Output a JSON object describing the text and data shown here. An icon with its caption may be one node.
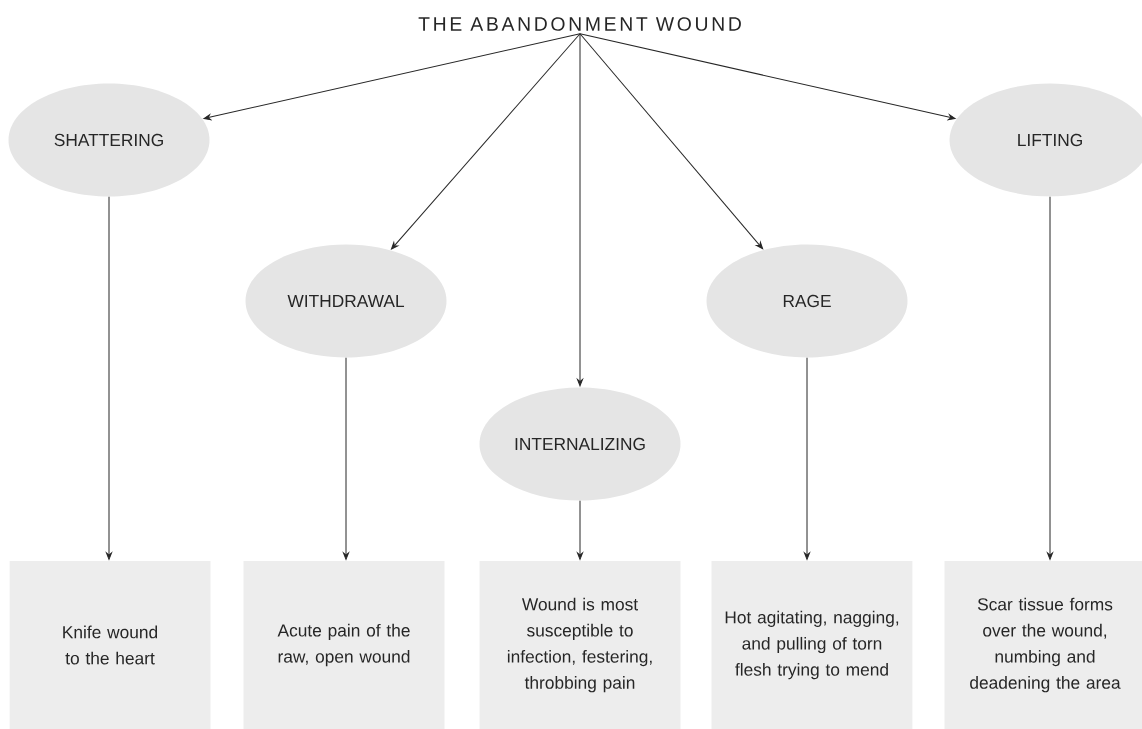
{
  "diagram": {
    "nodes": [
      {
        "text": [
          "THE ABANDONMENT WOUND"
        ]
      },
      {
        "text": [
          "SHATTERING"
        ]
      },
      {
        "text": [
          "WITHDRAWAL"
        ]
      },
      {
        "text": [
          "INTERNALIZING"
        ]
      },
      {
        "text": [
          "RAGE"
        ]
      },
      {
        "text": [
          "LIFTING"
        ]
      },
      {
        "text": [
          "Knife wound to the heart"
        ]
      },
      {
        "text": [
          "Acute pain of the raw, open wound"
        ]
      },
      {
        "text": [
          "Wound is most susceptible to infection, festering, throbbing pain"
        ]
      },
      {
        "text": [
          "Hot agitating, nagging, and pulling of torn flesh trying to mend"
        ]
      },
      {
        "text": [
          "Scar tissue forms over the wound, numbing and deadening the area"
        ]
      }
    ],
    "edges": [
      {
        "from": 0,
        "to": 1,
        "arrow": "to"
      },
      {
        "from": 0,
        "to": 2,
        "arrow": "to"
      },
      {
        "from": 0,
        "to": 3,
        "arrow": "to"
      },
      {
        "from": 0,
        "to": 4,
        "arrow": "to"
      },
      {
        "from": 0,
        "to": 5,
        "arrow": "to"
      },
      {
        "from": 1,
        "to": 6,
        "arrow": "to"
      },
      {
        "from": 2,
        "to": 7,
        "arrow": "to"
      },
      {
        "from": 3,
        "to": 8,
        "arrow": "to"
      },
      {
        "from": 4,
        "to": 9,
        "arrow": "to"
      },
      {
        "from": 5,
        "to": 10,
        "arrow": "to"
      }
    ]
  }
}
